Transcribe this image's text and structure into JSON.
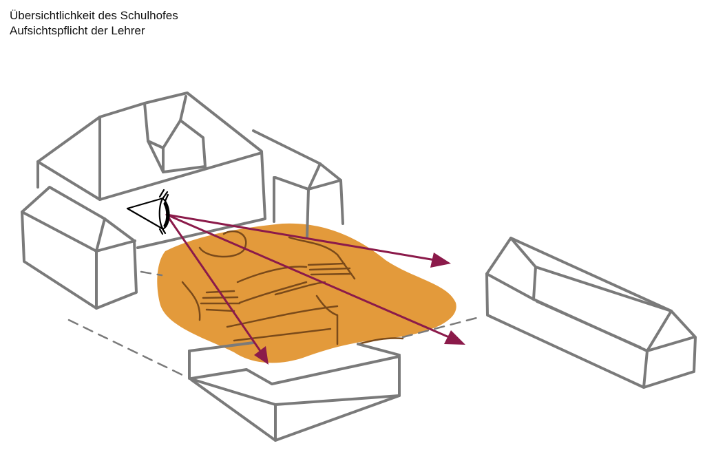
{
  "caption": {
    "line1": "Übersichtlichkeit des Schulhofes",
    "line2": "Aufsichtspflicht der Lehrer"
  },
  "colors": {
    "building_stroke": "#7a7a7a",
    "schoolyard_fill": "#e39a3b",
    "scribble_stroke": "#7a4a1a",
    "sight_arrow": "#8b1a4a",
    "eye": "#000000"
  },
  "icons": {
    "observer": "eye-icon"
  },
  "sight_lines": [
    {
      "target": "right-upper"
    },
    {
      "target": "right-lower"
    },
    {
      "target": "front"
    }
  ]
}
